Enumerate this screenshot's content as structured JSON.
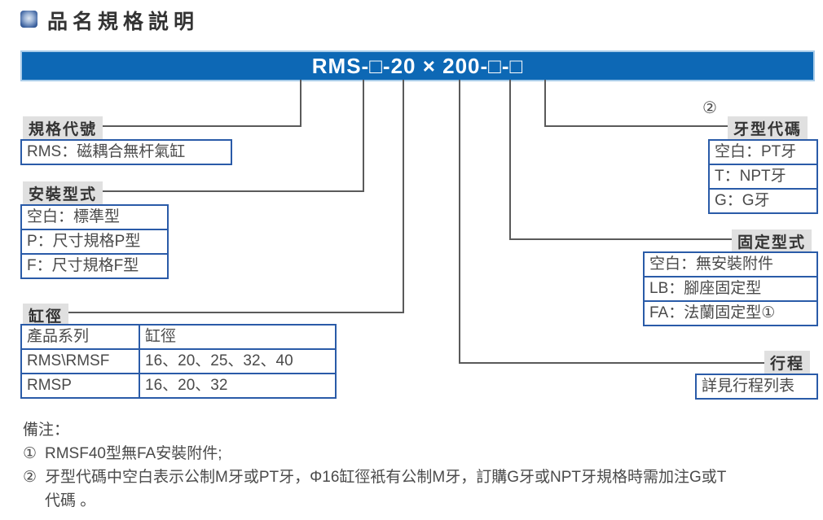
{
  "page": {
    "title": "品名規格説明"
  },
  "model_bar": {
    "text": "RMS-□-20 × 200-□-□"
  },
  "sections": {
    "spec_code": {
      "label": "規格代號",
      "rows": [
        "RMS：磁耦合無杆氣缸"
      ]
    },
    "mount_type": {
      "label": "安裝型式",
      "rows": [
        "空白：標準型",
        "P：尺寸規格P型",
        "F：尺寸規格F型"
      ]
    },
    "bore": {
      "label": "缸徑",
      "table": {
        "headers": [
          "產品系列",
          "缸徑"
        ],
        "rows": [
          [
            "RMS\\RMSF",
            "16、20、25、32、40"
          ],
          [
            "RMSP",
            "16、20、32"
          ]
        ]
      }
    },
    "thread_code": {
      "superscript": "②",
      "label": "牙型代碼",
      "rows": [
        "空白：PT牙",
        "T：NPT牙",
        "G：G牙"
      ]
    },
    "fix_type": {
      "label": "固定型式",
      "rows": [
        "空白：無安裝附件",
        "LB：腳座固定型",
        "FA：法蘭固定型①"
      ]
    },
    "stroke": {
      "label": "行程",
      "rows": [
        "詳見行程列表"
      ]
    }
  },
  "notes": {
    "heading": "備注：",
    "items": [
      {
        "marker": "①",
        "lines": [
          "RMSF40型無FA安裝附件;"
        ]
      },
      {
        "marker": "②",
        "lines": [
          "牙型代碼中空白表示公制M牙或PT牙，Φ16缸徑衹有公制M牙，訂購G牙或NPT牙規格時需加注G或T",
          "代碼 。"
        ]
      }
    ]
  },
  "colors": {
    "bar_blue": "#0d68b5",
    "bar_border": "#a9cce9",
    "box_border": "#2a5ba8",
    "label_bg": "#e0e0e0",
    "line_gray": "#5a5a5a"
  }
}
